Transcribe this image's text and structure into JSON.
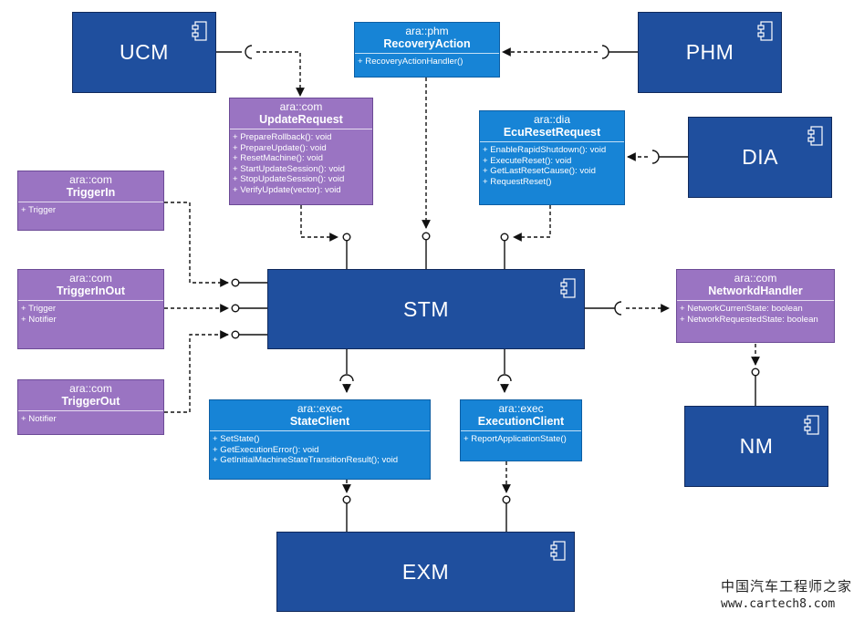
{
  "components": {
    "ucm": "UCM",
    "phm": "PHM",
    "dia": "DIA",
    "stm": "STM",
    "nm": "NM",
    "exm": "EXM"
  },
  "interfaces": {
    "recovery_action": {
      "stereotype": "ara::phm",
      "title": "RecoveryAction",
      "members": [
        "+ RecoveryActionHandler()"
      ]
    },
    "update_request": {
      "stereotype": "ara::com",
      "title": "UpdateRequest",
      "members": [
        "+ PrepareRollback(): void",
        "+ PrepareUpdate(): void",
        "+ ResetMachine(): void",
        "+ StartUpdateSession(): void",
        "+ StopUpdateSession(): void",
        "+ VerifyUpdate(vector): void"
      ]
    },
    "ecu_reset_request": {
      "stereotype": "ara::dia",
      "title": "EcuResetRequest",
      "members": [
        "+ EnableRapidShutdown(): void",
        "+ ExecuteReset(): void",
        "+ GetLastResetCause(): void",
        "+ RequestReset()"
      ]
    },
    "trigger_in": {
      "stereotype": "ara::com",
      "title": "TriggerIn",
      "members": [
        "+ Trigger"
      ]
    },
    "trigger_in_out": {
      "stereotype": "ara::com",
      "title": "TriggerInOut",
      "members": [
        "+ Trigger",
        "+ Notifier"
      ]
    },
    "trigger_out": {
      "stereotype": "ara::com",
      "title": "TriggerOut",
      "members": [
        "+ Notifier"
      ]
    },
    "networkd_handler": {
      "stereotype": "ara::com",
      "title": "NetworkdHandler",
      "members": [
        "+ NetworkCurrenState: boolean",
        "+ NetworkRequestedState: boolean"
      ]
    },
    "state_client": {
      "stereotype": "ara::exec",
      "title": "StateClient",
      "members": [
        "+ SetState()",
        "+ GetExecutionError(): void",
        "+ GetInitialMachineStateTransitionResult(); void"
      ]
    },
    "execution_client": {
      "stereotype": "ara::exec",
      "title": "ExecutionClient",
      "members": [
        "+ ReportApplicationState()"
      ]
    }
  },
  "watermark": {
    "name": "中国汽车工程师之家",
    "url": "www.cartech8.com"
  },
  "colors": {
    "component_fill": "#1f4f9e",
    "interface_blue": "#1784d6",
    "interface_purple": "#9a74c2",
    "connector": "#111111"
  },
  "icons": {
    "component": "uml-component-icon"
  }
}
